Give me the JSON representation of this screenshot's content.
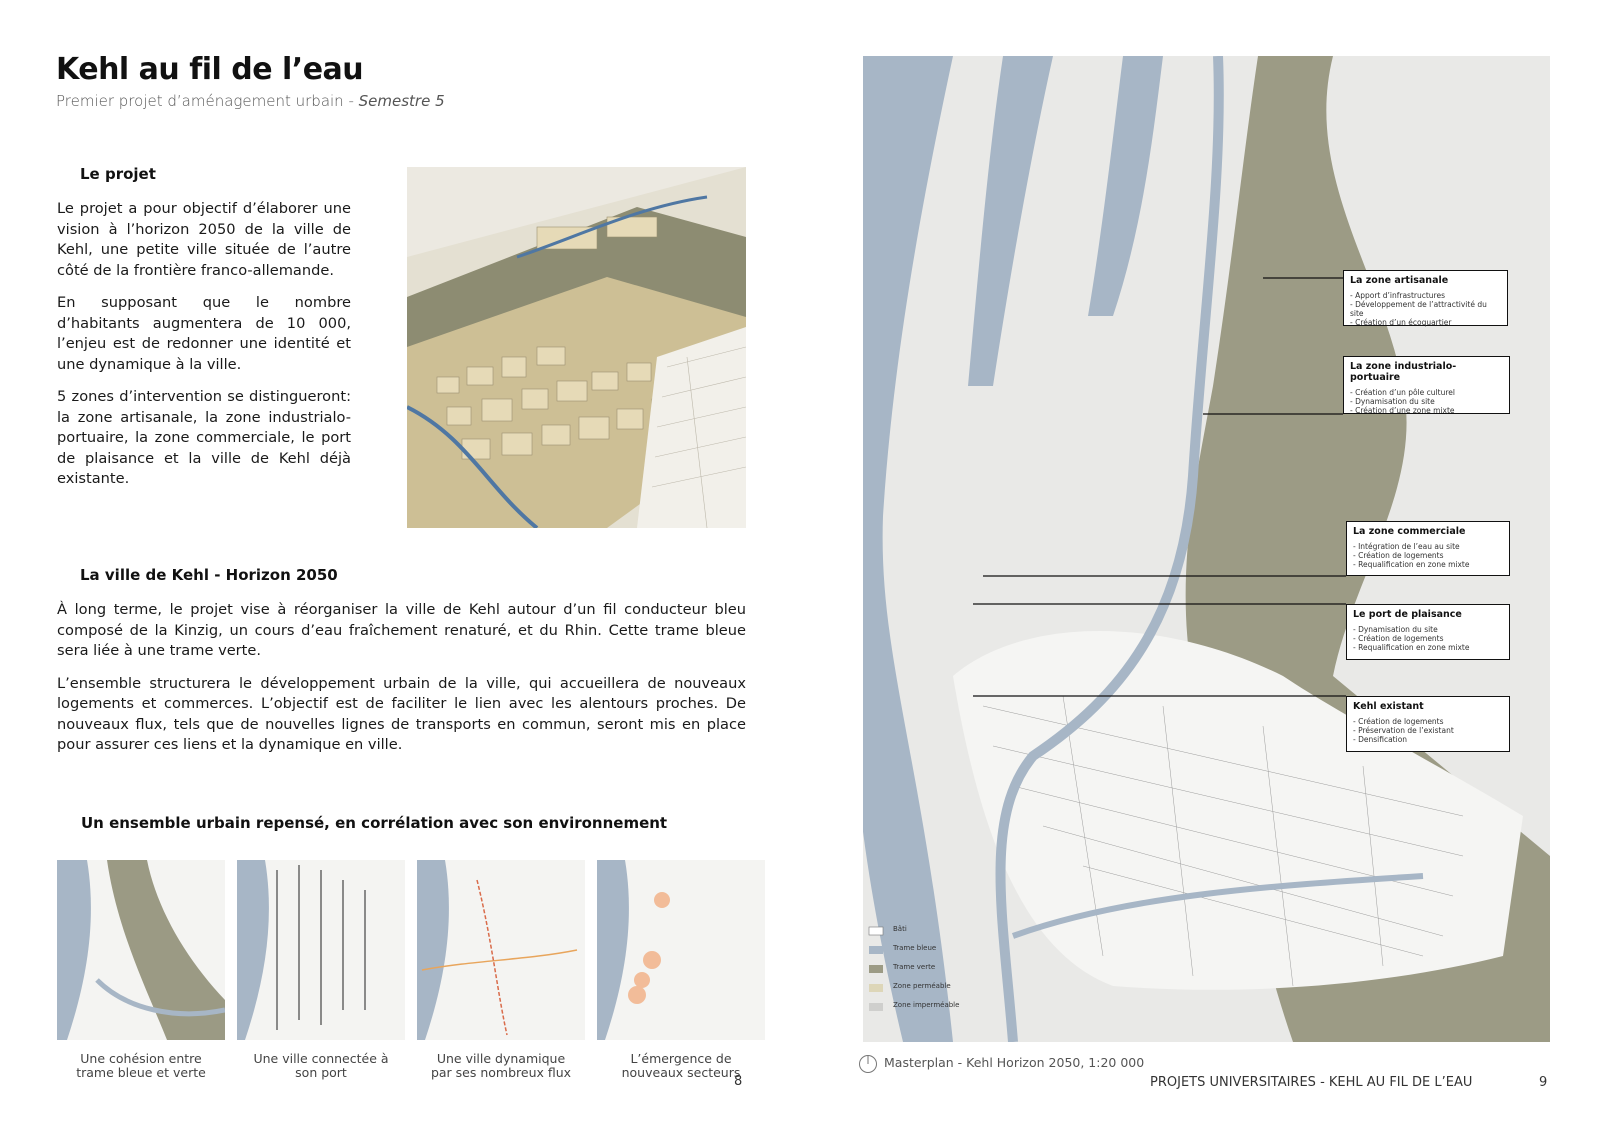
{
  "header": {
    "title": "Kehl au fil de l’eau",
    "subtitle": "Premier projet d’aménagement urbain  - ",
    "subtitle_italic": "Semestre 5"
  },
  "projet": {
    "heading": "Le projet",
    "p1": "Le projet a pour objectif d’élaborer une vision à l’horizon 2050 de la ville de Kehl, une petite ville située de l’autre côté de la frontière franco-allemande.",
    "p2": "En supposant que le nombre d’habitants augmentera de 10 000, l’enjeu est de redonner une identité et une dynamique à la ville.",
    "p3": "5 zones d’intervention se distingueront: la zone artisanale, la zone industrialo-portuaire, la zone commerciale, le port de plaisance et la ville de Kehl déjà existante."
  },
  "ville": {
    "heading": "La ville de Kehl - Horizon 2050",
    "p1": "À long terme, le projet vise à réorganiser la ville de Kehl autour d’un fil conducteur bleu composé de la Kinzig, un cours d’eau fraîchement renaturé, et du Rhin. Cette trame bleue sera liée à une trame verte.",
    "p2": "L’ensemble structurera le développement urbain de la ville, qui accueillera de nouveaux logements et commerces. L’objectif est de faciliter le lien avec les alentours proches. De nouveaux flux, tels que de nouvelles lignes de transports en commun, seront mis en place pour assurer ces liens et la dynamique en ville."
  },
  "ensemble": {
    "heading": "Un ensemble urbain repensé, en corrélation avec son environnement",
    "captions": [
      {
        "l1": "Une cohésion entre",
        "l2": "trame bleue et verte"
      },
      {
        "l1": "Une ville connectée à",
        "l2": "son port"
      },
      {
        "l1": "Une ville dynamique",
        "l2": "par ses nombreux flux"
      },
      {
        "l1": "L’émergence de",
        "l2": "nouveaux secteurs"
      }
    ]
  },
  "map": {
    "callouts": [
      {
        "title": "La zone artisanale",
        "lines": [
          "- Apport d’infrastructures",
          "- Développement de l’attractivité du site",
          "- Création d’un écoquartier"
        ]
      },
      {
        "title": "La zone industrialo-portuaire",
        "lines": [
          "- Création d’un pôle culturel",
          "- Dynamisation du site",
          "- Création d’une zone mixte"
        ]
      },
      {
        "title": "La zone commerciale",
        "lines": [
          "- Intégration de l’eau au site",
          "- Création de logements",
          "- Requalification en zone mixte"
        ]
      },
      {
        "title": "Le port de plaisance",
        "lines": [
          "- Dynamisation du site",
          "- Création de logements",
          "- Requalification en zone mixte"
        ]
      },
      {
        "title": "Kehl existant",
        "lines": [
          "- Création de logements",
          "- Préservation de l’existant",
          "- Densification"
        ]
      }
    ],
    "legend": [
      "Bâti",
      "Trame bleue",
      "Trame verte",
      "Zone perméable",
      "Zone imperméable"
    ],
    "caption": "Masterplan - Kehl Horizon 2050, 1:20 000"
  },
  "footer": {
    "left_page": "8",
    "right_label_bold": "PROJETS UNIVERSITAIRES",
    "right_label_rest": " - KEHL AU FIL DE L’EAU",
    "right_page": "9"
  },
  "colors": {
    "water": "#a7b6c6",
    "green": "#9b9a84",
    "built": "#d8cfae",
    "impermeable": "#cfcfcd"
  }
}
